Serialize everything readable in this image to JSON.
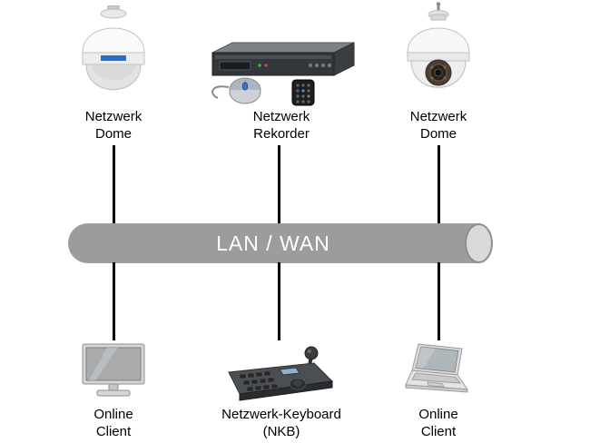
{
  "diagram": {
    "background": "#ffffff",
    "connector_color": "#000000",
    "bus": {
      "label": "LAN / WAN",
      "body_color": "#9c9c9c",
      "cap_color": "#d9d9d9",
      "cap_border_color": "#8f8f8f",
      "text_color": "#ffffff"
    },
    "top_nodes": [
      {
        "id": "netzwerk-dome-left",
        "icon": "ptz-dome-camera",
        "label": "Netzwerk\nDome"
      },
      {
        "id": "netzwerk-rekorder",
        "icon": "network-video-recorder",
        "label": "Netzwerk\nRekorder"
      },
      {
        "id": "netzwerk-dome-right",
        "icon": "ptz-dome-camera",
        "label": "Netzwerk\nDome"
      }
    ],
    "bottom_nodes": [
      {
        "id": "online-client-left",
        "icon": "desktop-monitor",
        "label": "Online\nClient"
      },
      {
        "id": "netzwerk-keyboard",
        "icon": "cctv-control-keyboard",
        "label": "Netzwerk-Keyboard\n(NKB)"
      },
      {
        "id": "online-client-right",
        "icon": "laptop",
        "label": "Online\nClient"
      }
    ]
  }
}
